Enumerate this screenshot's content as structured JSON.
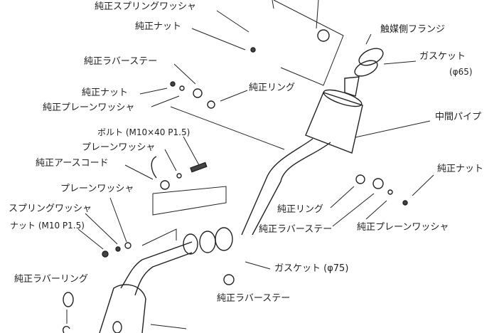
{
  "labels": {
    "oem_spring_washer": "純正スプリングワッシャ",
    "oem_nut_top": "純正ナット",
    "oem_rubber_stay_left": "純正ラバーステー",
    "oem_nut_left": "純正ナット",
    "oem_plain_washer_left": "純正プレーンワッシャ",
    "oem_ring_top": "純正リング",
    "bolt": "ボルト (M10×40  P1.5)",
    "plain_washer_1": "プレーンワッシャ",
    "oem_earth_cord": "純正アースコード",
    "plain_washer_2": "プレーンワッシャ",
    "spring_washer": "スプリングワッシャ",
    "nut_m10": "ナット (M10 P1.5)",
    "oem_rubber_ring": "純正ラバーリング",
    "catalyst_flange": "触媒側フランジ",
    "gasket_65": "ガスケット",
    "gasket_65_size": "(φ65)",
    "mid_pipe": "中間パイプ",
    "oem_nut_right": "純正ナット",
    "oem_ring_right": "純正リング",
    "oem_rubber_stay_right": "純正ラバーステー",
    "oem_plain_washer_right": "純正プレーンワッシャ",
    "gasket_75": "ガスケット (φ75)",
    "oem_rubber_stay_bottom": "純正ラバーステー"
  }
}
